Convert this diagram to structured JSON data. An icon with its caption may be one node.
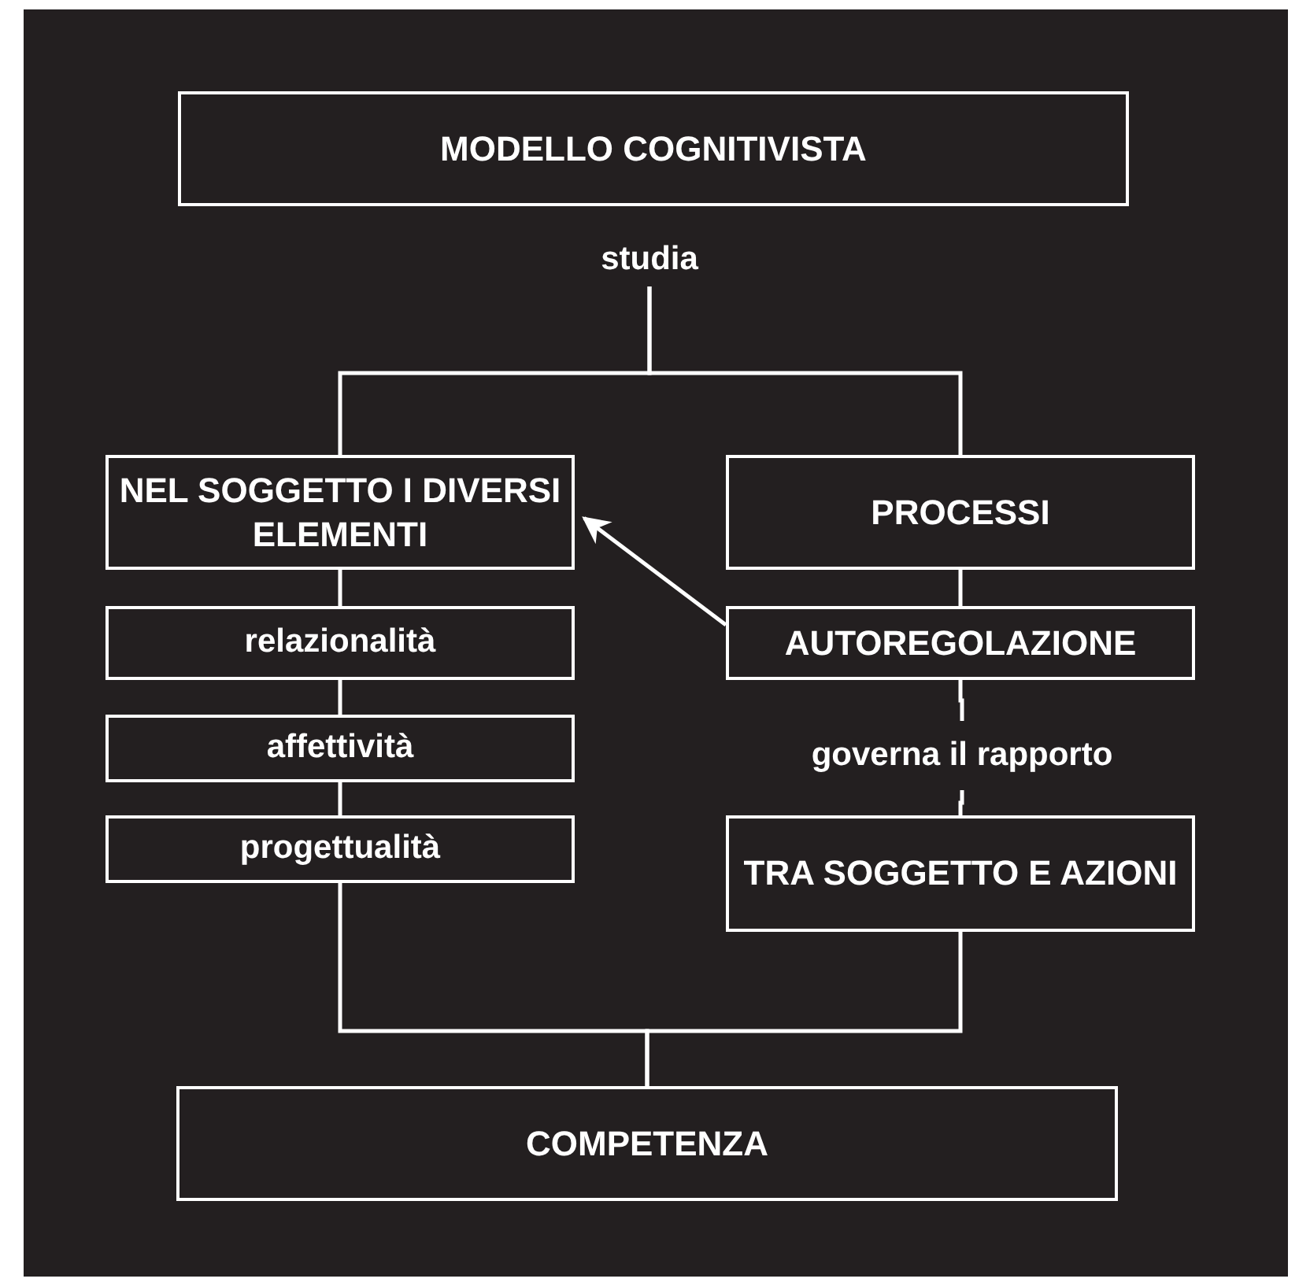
{
  "diagram": {
    "nodes": [
      {
        "text": [
          "MODELLO COGNITIVISTA"
        ]
      },
      {
        "text": [
          "studia"
        ]
      },
      {
        "text": [
          "NEL SOGGETTO I DIVERSI ELEMENTI"
        ]
      },
      {
        "text": [
          "PROCESSI"
        ]
      },
      {
        "text": [
          "relazionalità"
        ]
      },
      {
        "text": [
          "affettività"
        ]
      },
      {
        "text": [
          "progettualità"
        ]
      },
      {
        "text": [
          "AUTOREGOLAZIONE"
        ]
      },
      {
        "text": [
          "governa il rapporto"
        ]
      },
      {
        "text": [
          "TRA SOGGETTO E AZIONI"
        ]
      },
      {
        "text": [
          "COMPETENZA"
        ]
      }
    ],
    "edges": [
      {
        "from": 1,
        "to": 2,
        "arrow": "none"
      },
      {
        "from": 1,
        "to": 3,
        "arrow": "none"
      },
      {
        "from": 2,
        "to": 4,
        "arrow": "none"
      },
      {
        "from": 4,
        "to": 5,
        "arrow": "none"
      },
      {
        "from": 5,
        "to": 6,
        "arrow": "none"
      },
      {
        "from": 3,
        "to": 7,
        "arrow": "none"
      },
      {
        "from": 7,
        "to": 2,
        "arrow": "to"
      },
      {
        "from": 7,
        "to": 8,
        "arrow": "none"
      },
      {
        "from": 8,
        "to": 9,
        "arrow": "none"
      },
      {
        "from": 6,
        "to": 10,
        "arrow": "none"
      },
      {
        "from": 9,
        "to": 10,
        "arrow": "none"
      }
    ]
  }
}
